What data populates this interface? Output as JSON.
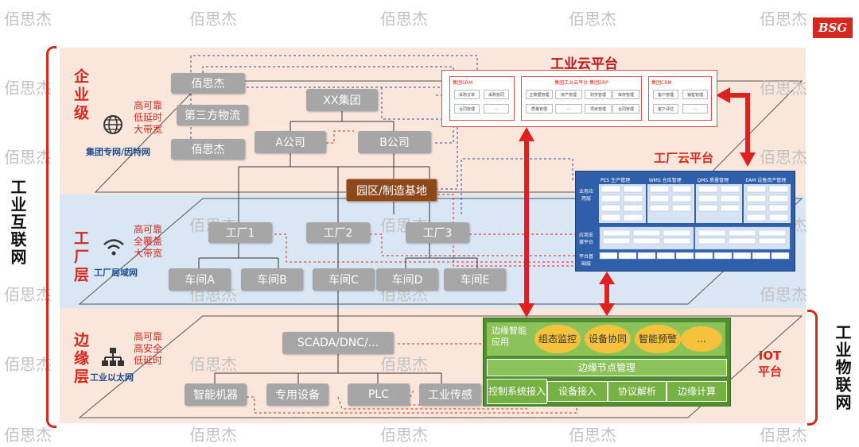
{
  "brand": {
    "logo": "BSG"
  },
  "watermark": "佰思杰",
  "left_title": "工业互联网",
  "right_title": "工业物联网",
  "levels": {
    "enterprise": {
      "label": "企业级",
      "features": [
        "高可靠",
        "低延时",
        "大带宽"
      ],
      "network": "集团专网/因特网",
      "icon": "globe-icon"
    },
    "factory": {
      "label": "工厂层",
      "features": [
        "高可靠",
        "全覆盖",
        "大带宽"
      ],
      "network": "工厂局域网",
      "icon": "wifi-icon"
    },
    "edge": {
      "label": "边缘层",
      "features": [
        "高可靠",
        "高安全",
        "低延时"
      ],
      "network": "工业以太网",
      "icon": "network-tree-icon"
    }
  },
  "nodes": {
    "left_top": "佰思杰",
    "third_party": "第三方物流",
    "left_bottom": "佰思杰",
    "group": "XX集团",
    "company_a": "A公司",
    "company_b": "B公司",
    "park": "园区/制造基地",
    "factory1": "工厂1",
    "factory2": "工厂2",
    "factory3": "工厂3",
    "workshops": [
      "车间A",
      "车间B",
      "车间C",
      "车间D",
      "车间E"
    ],
    "scada": "SCADA/DNC/...",
    "devices": [
      "智能机器",
      "专用设备",
      "PLC",
      "工业传感"
    ]
  },
  "cloud_platform": {
    "title": "工业云平台",
    "cards": [
      {
        "title": "集团SRM",
        "cells": [
          "采购订单",
          "采购协同",
          "合同管理",
          "..."
        ]
      },
      {
        "title": "集团工业云平台 集团ERP",
        "cells": [
          "主数据管理",
          "资产管理",
          "财务管理",
          "库存管理",
          "质量管理",
          "...",
          "项目管理",
          "合同管理"
        ]
      },
      {
        "title": "集团CRM",
        "cells": [
          "客户管理",
          "销售管理",
          "客户评估",
          "..."
        ]
      }
    ]
  },
  "factory_cloud": {
    "title": "工厂云平台",
    "modules": [
      "PES 生产管理",
      "WMS 仓库管理",
      "QMS 质量管理",
      "EAM 设备资产管理"
    ],
    "side_labels": [
      "业务应用层",
      "应用支撑平台",
      "平台基础层"
    ]
  },
  "iot": {
    "title": "IOT平台",
    "edge_app_label": "边缘智能应用",
    "apps": [
      "组态监控",
      "设备协同",
      "智能预警",
      "..."
    ],
    "mgmt": "边缘节点管理",
    "bottom": [
      "控制系统接入",
      "设备接入",
      "协议解析",
      "边缘计算"
    ]
  },
  "colors": {
    "red": "#d6281c",
    "pink_band": "#fbe6dc",
    "blue_band": "#d9e6f4",
    "gray_box": "#a6a6a6",
    "park_box": "#8c4a1c",
    "iot_green": "#76b243",
    "oval_yellow": "#f4c33b"
  }
}
